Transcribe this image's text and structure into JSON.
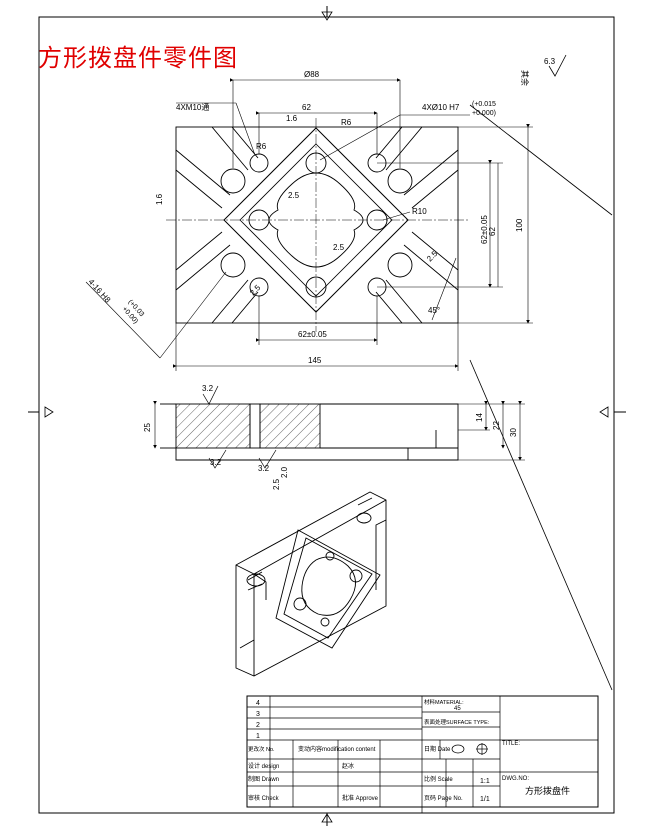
{
  "title": "方形拨盘件零件图",
  "surface_finish": {
    "default_value": "6.3",
    "label": "其余"
  },
  "dimensions": {
    "d88": "Ø88",
    "d62_top": "62",
    "r6a": "R6",
    "r6b": "R6",
    "holes_m10": "4XM10通",
    "holes_d10": "4XØ10 H7",
    "holes_d10_tol_up": "(+0.015",
    "holes_d10_tol_low": "+0.000)",
    "r10": "R10",
    "w2_5a": "2.5",
    "w2_5b": "2.5",
    "w2_5c": "2.5",
    "w2_5d": "2.5",
    "w62_bottom": "62±0.05",
    "w145": "145",
    "h100": "100",
    "h62a": "62±0.05",
    "h62b": "62",
    "pin16": "4-16 H8",
    "pin16_tol_up": "(+0.03",
    "pin16_tol_low": "+0.00)",
    "angle45": "45°",
    "ra1_6a": "1.6",
    "ra1_6b": "1.6",
    "t25": "25",
    "t14": "14",
    "t22": "22",
    "t30": "30",
    "ra3_2a": "3.2",
    "ra3_2b": "3.2",
    "ra3_2c": "3.2",
    "small_a": "2.5",
    "small_b": "2.0"
  },
  "title_block": {
    "rev_rows": [
      "4",
      "3",
      "2",
      "1"
    ],
    "mod_no": "更改次 No.",
    "mod_content": "变动内容modification content",
    "date_label": "日期 Date",
    "design": "设计 design",
    "design_name": "赵冰",
    "drawn": "制图 Drawn",
    "check": "审核 Check",
    "approve": "批准 Approve",
    "material_label": "材料MATERIAL:",
    "material_value": "45",
    "surface_type": "表面处理SURFACE TYPE:",
    "title_label": "TITLE:",
    "scale_label": "比例 Scale",
    "scale": "1:1",
    "sheet_label": "页码 Page No.",
    "page": "1/1",
    "dwg_label": "DWG.NO:",
    "dwg_name": "方形拨盘件"
  }
}
